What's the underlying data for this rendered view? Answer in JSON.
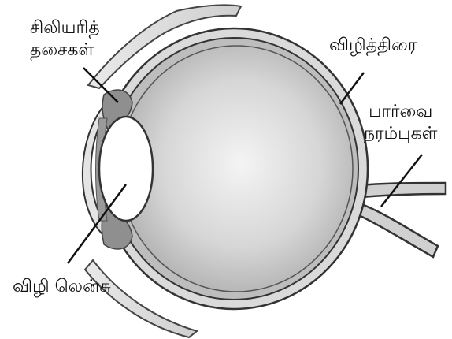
{
  "labels": {
    "ciliary_muscles": [
      "சிலியரித்",
      "தசைகள்"
    ],
    "retina": "விழித்திரை",
    "optic_nerves": [
      "பார்வை",
      "நரம்புகள்"
    ],
    "lens": "விழி லென்சு"
  },
  "colors": {
    "outline": "#333333",
    "sclera": "#dcdcdc",
    "vitreous_light": "#f3f3f3",
    "vitreous_dark": "#a9a9a9",
    "ciliary": "#8c8c8c",
    "lens": "#ffffff"
  }
}
